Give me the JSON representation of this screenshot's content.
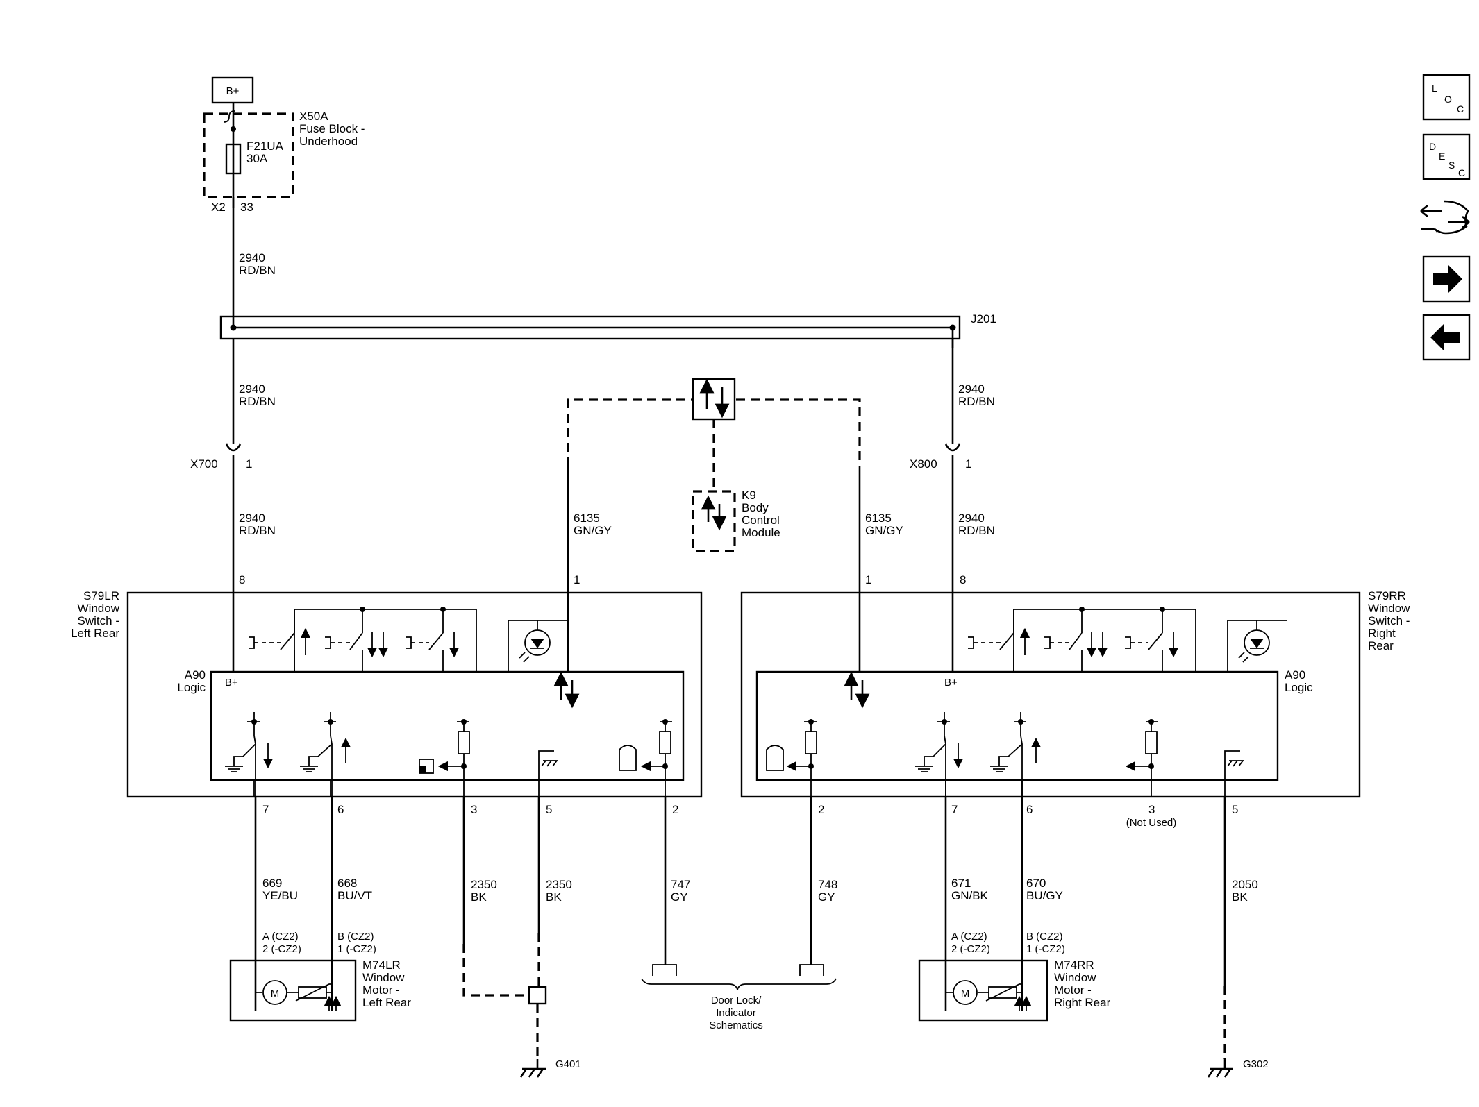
{
  "power": {
    "label": "B+"
  },
  "fuse_block": {
    "connector": "X50A",
    "name_line1": "Fuse Block -",
    "name_line2": "Underhood",
    "fuse_id": "F21UA",
    "fuse_rating": "30A",
    "pin_connector": "X2",
    "pin": "33"
  },
  "circuits": {
    "c2940": {
      "num": "2940",
      "color": "RD/BN"
    },
    "c6135": {
      "num": "6135",
      "color": "GN/GY"
    },
    "c669": {
      "num": "669",
      "color": "YE/BU"
    },
    "c668": {
      "num": "668",
      "color": "BU/VT"
    },
    "c2350": {
      "num": "2350",
      "color": "BK"
    },
    "c747": {
      "num": "747",
      "color": "GY"
    },
    "c748": {
      "num": "748",
      "color": "GY"
    },
    "c671": {
      "num": "671",
      "color": "GN/BK"
    },
    "c670": {
      "num": "670",
      "color": "BU/GY"
    },
    "c2050": {
      "num": "2050",
      "color": "BK"
    }
  },
  "splice": {
    "id": "J201"
  },
  "inline_connectors": {
    "left": {
      "id": "X700",
      "pin": "1"
    },
    "right": {
      "id": "X800",
      "pin": "1"
    }
  },
  "bcm": {
    "id": "K9",
    "line1": "Body",
    "line2": "Control",
    "line3": "Module"
  },
  "left_switch": {
    "id": "S79LR",
    "line1": "Window",
    "line2": "Switch -",
    "line3": "Left Rear",
    "logic_id": "A90",
    "logic_label": "Logic",
    "bplus": "B+",
    "pins": {
      "p8": "8",
      "p1": "1",
      "p7": "7",
      "p6": "6",
      "p3": "3",
      "p5": "5",
      "p2": "2"
    }
  },
  "right_switch": {
    "id": "S79RR",
    "line1": "Window",
    "line2": "Switch -",
    "line3": "Right",
    "line4": "Rear",
    "logic_id": "A90",
    "logic_label": "Logic",
    "bplus": "B+",
    "pins": {
      "p1": "1",
      "p8": "8",
      "p2": "2",
      "p7": "7",
      "p6": "6",
      "p3": "3",
      "p5": "5"
    },
    "not_used": "(Not Used)"
  },
  "left_motor": {
    "id": "M74LR",
    "line1": "Window",
    "line2": "Motor -",
    "line3": "Left Rear",
    "pin_a1": "A (CZ2)",
    "pin_a2": "2 (-CZ2)",
    "pin_b1": "B (CZ2)",
    "pin_b2": "1 (-CZ2)",
    "motor_symbol": "M"
  },
  "right_motor": {
    "id": "M74RR",
    "line1": "Window",
    "line2": "Motor -",
    "line3": "Right Rear",
    "pin_a1": "A (CZ2)",
    "pin_a2": "2 (-CZ2)",
    "pin_b1": "B (CZ2)",
    "pin_b2": "1 (-CZ2)",
    "motor_symbol": "M"
  },
  "door_lock_ref": {
    "line1": "Door Lock/",
    "line2": "Indicator",
    "line3": "Schematics"
  },
  "grounds": {
    "left": "G401",
    "right": "G302"
  },
  "nav": {
    "loc": {
      "l1": "L",
      "l2": "O",
      "l3": "C"
    },
    "desc": {
      "l1": "D",
      "l2": "E",
      "l3": "S",
      "l4": "C"
    },
    "icons": [
      "loc-icon",
      "desc-icon",
      "diagnostic-icon",
      "next-arrow-icon",
      "previous-arrow-icon"
    ]
  }
}
